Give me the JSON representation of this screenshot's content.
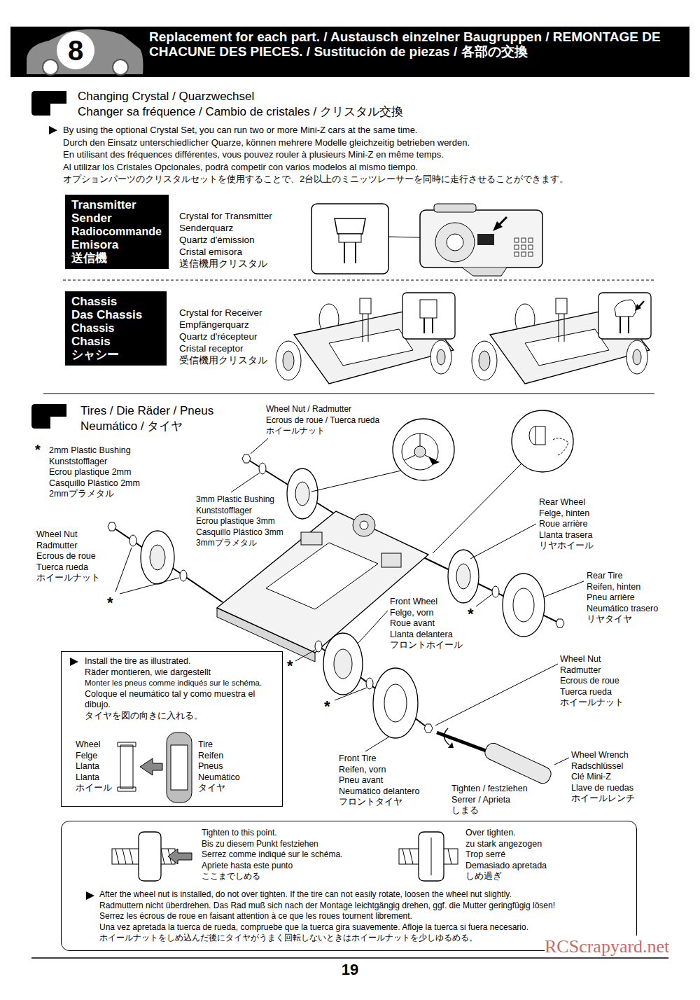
{
  "diagram": {
    "title": "Replacement for each part. / Austausch einzelner Baugruppen / REMONTAGE DE CHACUNE DES PIECES. / Sustitución de piezas / 各部の交換",
    "nodes": [
      {
        "text": [
          "Transmitter",
          "Sender",
          "Radiocommande",
          "Emisora",
          "送信機"
        ]
      },
      {
        "text": [
          "Chassis",
          "Das Chassis",
          "Chassis",
          "Chasis",
          "シャシー"
        ]
      },
      {
        "text": [
          "Install the tire as illustrated.",
          "Räder montieren, wie dargestellt",
          "Monter les pneus comme indiqués sur le schéma.",
          "Coloque el neumático tal y como muestra el dibujo.",
          "タイヤを図の向きに入れる。"
        ]
      },
      {
        "text": [
          "After the wheel nut is installed, do not over tighten. If the tire can not easily rotate, loosen the wheel nut slightly.",
          "Radmuttern nicht überdrehen. Das Rad muß sich nach der Montage leichtgängig drehen, ggf. die Mutter geringfügig lösen!",
          "Serrez les écrous de roue en faisant attention à ce que les roues tournent librement.",
          "Una vez apretada la tuerca de rueda, compruebe que la tuerca gira suavemente. Afloje la tuerca si fuera necesario.",
          "ホイールナットをしめ込んだ後にタイヤがうまく回転しないときはホイールナットを少しゆるめる。"
        ]
      }
    ],
    "labels": [
      "8",
      "Changing Crystal / Quarzwechsel",
      "Changer sa fréquence / Cambio de cristales / クリスタル交換",
      "By using the optional Crystal Set, you can run two or more Mini-Z cars at the same time.",
      "Durch den Einsatz unterschiedlicher Quarze, können mehrere Modelle gleichzeitig betrieben werden.",
      "En utilisant des fréquences différentes, vous pouvez rouler à plusieurs Mini-Z en même temps.",
      "Al utilizar los Cristales Opcionales, podrá competir con varios modelos al mismo tiempo.",
      "オプションパーツのクリスタルセットを使用することで、2台以上のミニッツレーサーを同時に走行させることができます。",
      "Crystal for Transmitter",
      "Senderquarz",
      "Quartz d'émission",
      "Cristal emisora",
      "送信機用クリスタル",
      "Crystal for Receiver",
      "Empfängerquarz",
      "Quartz d'récepteur",
      "Cristal receptor",
      "受信機用クリスタル",
      "Tires / Die Räder / Pneus",
      "Neumático / タイヤ",
      "*",
      "2mm Plastic Bushing",
      "Kunststofflager",
      "Ecrou plastique 2mm",
      "Casquillo Plástico 2mm",
      "2mmプラメタル",
      "Wheel Nut / Radmutter",
      "Ecrous de roue / Tuerca rueda",
      "ホイールナット",
      "3mm Plastic Bushing",
      "Kunststofflager",
      "Ecrou plastique 3mm",
      "Casquillo Plástico 3mm",
      "3mmプラメタル",
      "Wheel Nut",
      "Radmutter",
      "Ecrous de roue",
      "Tuerca rueda",
      "ホイールナット",
      "*",
      "Rear Wheel",
      "Felge, hinten",
      "Roue arrière",
      "Llanta trasera",
      "リヤホイール",
      "Rear Tire",
      "Reifen, hinten",
      "Pneu arrière",
      "Neumático trasero",
      "リヤタイヤ",
      "*",
      "Front Wheel",
      "Felge, vorn",
      "Roue avant",
      "Llanta delantera",
      "フロントホイール",
      "*",
      "*",
      "Wheel Nut",
      "Radmutter",
      "Ecrous de roue",
      "Tuerca rueda",
      "ホイールナット",
      "Wheel",
      "Felge",
      "Llanta",
      "Llanta",
      "ホイール",
      "Tire",
      "Reifen",
      "Pneus",
      "Neumático",
      "タイヤ",
      "Front Tire",
      "Reifen, vorn",
      "Pneu avant",
      "Neumático delantero",
      "フロントタイヤ",
      "Tighten / festziehen",
      "Serrer / Aprieta",
      "しまる",
      "Wheel Wrench",
      "Radschlüssel",
      "Clé Mini-Z",
      "Llave de ruedas",
      "ホイールレンチ",
      "Tighten to this point.",
      "Bis zu diesem Punkt festziehen",
      "Serrez comme indiqué sur le schéma.",
      "Apriete hasta este punto",
      "ここまでしめる",
      "Over tighten.",
      "zu stark angezogen",
      "Trop serré",
      "Demasiado apretada",
      "しめ過ぎ",
      "19",
      "RCScrapyard.net"
    ]
  }
}
